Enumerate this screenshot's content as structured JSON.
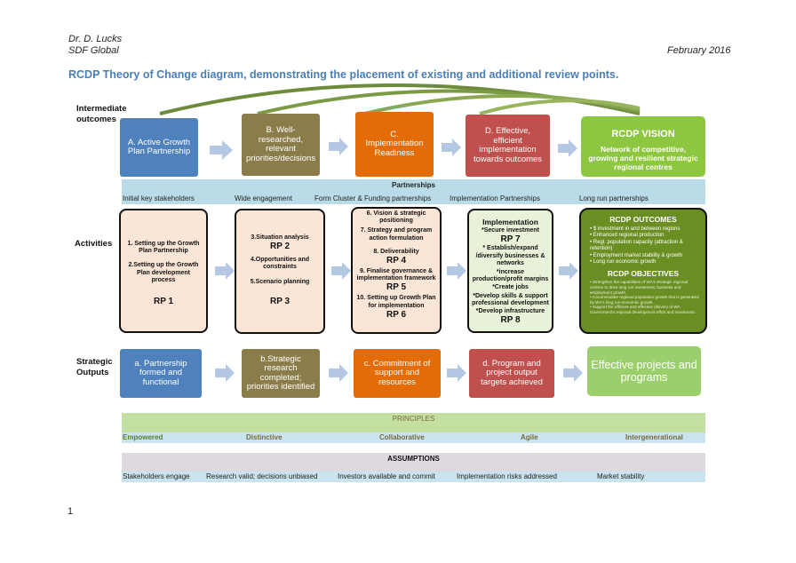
{
  "header": {
    "author": "Dr. D.  Lucks",
    "org": "SDF Global",
    "date": "February 2016",
    "title": "RCDP Theory of Change diagram, demonstrating the placement of existing and additional review points.",
    "page_number": "1"
  },
  "row_labels": {
    "intermediate": "Intermediate outcomes",
    "activities": "Activities",
    "strategic": "Strategic Outputs"
  },
  "intermediate": [
    {
      "text": "A. Active Growth Plan Partnership",
      "color": "#4f81bd"
    },
    {
      "text": "B. Well-researched, relevant priorities/decisions",
      "color": "#8b7d4a"
    },
    {
      "text": "C. Implementation Readiness",
      "color": "#e36c09"
    },
    {
      "text": "D. Effective, efficient implementation towards outcomes",
      "color": "#c0504d"
    }
  ],
  "vision": {
    "title": "RCDP VISION",
    "text": "Network of competitive, growing and resilient strategic regional centres",
    "color": "#8dc63f"
  },
  "partnerships": {
    "title": "Partnerships",
    "items": [
      "Initial key stakeholders",
      "Wide engagement",
      "Form Cluster & Funding partnerships",
      "Implementation Partnerships",
      "Long run partnerships"
    ]
  },
  "activities": {
    "a1": {
      "l1": "1. Setting up the Growth Plan Partnership",
      "l2": "2.Setting up the Growth Plan development process",
      "rp": "RP 1"
    },
    "a2": {
      "l1": "3.Situation analysis",
      "rp2": "RP 2",
      "l2": "4.Opportunities and constraints",
      "l3": "5.Scenario planning",
      "rp3": "RP 3"
    },
    "a3": {
      "l1": "6. Vision & strategic positioning",
      "l2": "7. Strategy and program action formulation",
      "l3": "8. Deliverability",
      "rp4": "RP 4",
      "l4": "9. Finalise governance & implementation framework",
      "rp5": "RP 5",
      "l5": "10. Setting up Growth Plan for implementation",
      "rp6": "RP 6"
    },
    "a4": {
      "title": "Implementation",
      "l1": "*Secure investment",
      "rp7": "RP 7",
      "l2": "* Establish/expand /diversify businesses & networks",
      "l3": "*increase production/profit margins",
      "l4": "*Create jobs",
      "l5": "*Develop skills & support professional development",
      "l6": "*Develop infrastructure",
      "rp8": "RP 8"
    }
  },
  "outcomes": {
    "title": "RCDP OUTCOMES",
    "items": [
      "• $ investment in and between regions",
      "• Enhanced regional production",
      "• Regl. population capacity (attraction & retention)",
      "• Employment market stability & growth",
      "• Long run economic growth"
    ],
    "objectives_title": "RCDP OBJECTIVES",
    "objectives": [
      "• Strengthen the capabilities of WA's strategic regional centres to drive long run investment, business and employment growth.",
      "• Accommodate regional population growth that is generated by WA's long run economic growth.",
      "• Support the efficient and effective delivery of WA Government's regional development effort and investment."
    ]
  },
  "outputs": [
    {
      "text": "a. Partnership formed and functional",
      "color": "#4f81bd"
    },
    {
      "text": "b.Strategic research completed; priorities identified",
      "color": "#8b7d4a"
    },
    {
      "text": "c. Commitment of support and resources",
      "color": "#e36c09"
    },
    {
      "text": "d. Program and project output targets achieved",
      "color": "#c0504d"
    },
    {
      "text": "Effective projects and programs",
      "color": "#9bcf6b"
    }
  ],
  "principles": {
    "title": "PRINCIPLES",
    "items": [
      "Empowered",
      "Distinctive",
      "Collaborative",
      "Agile",
      "Intergenerational"
    ]
  },
  "assumptions": {
    "title": "ASSUMPTIONS",
    "items": [
      "Stakeholders engage",
      "Research valid; decisions unbiased",
      "Investors available and commit",
      "Implementation risks addressed",
      "Market stability"
    ]
  }
}
